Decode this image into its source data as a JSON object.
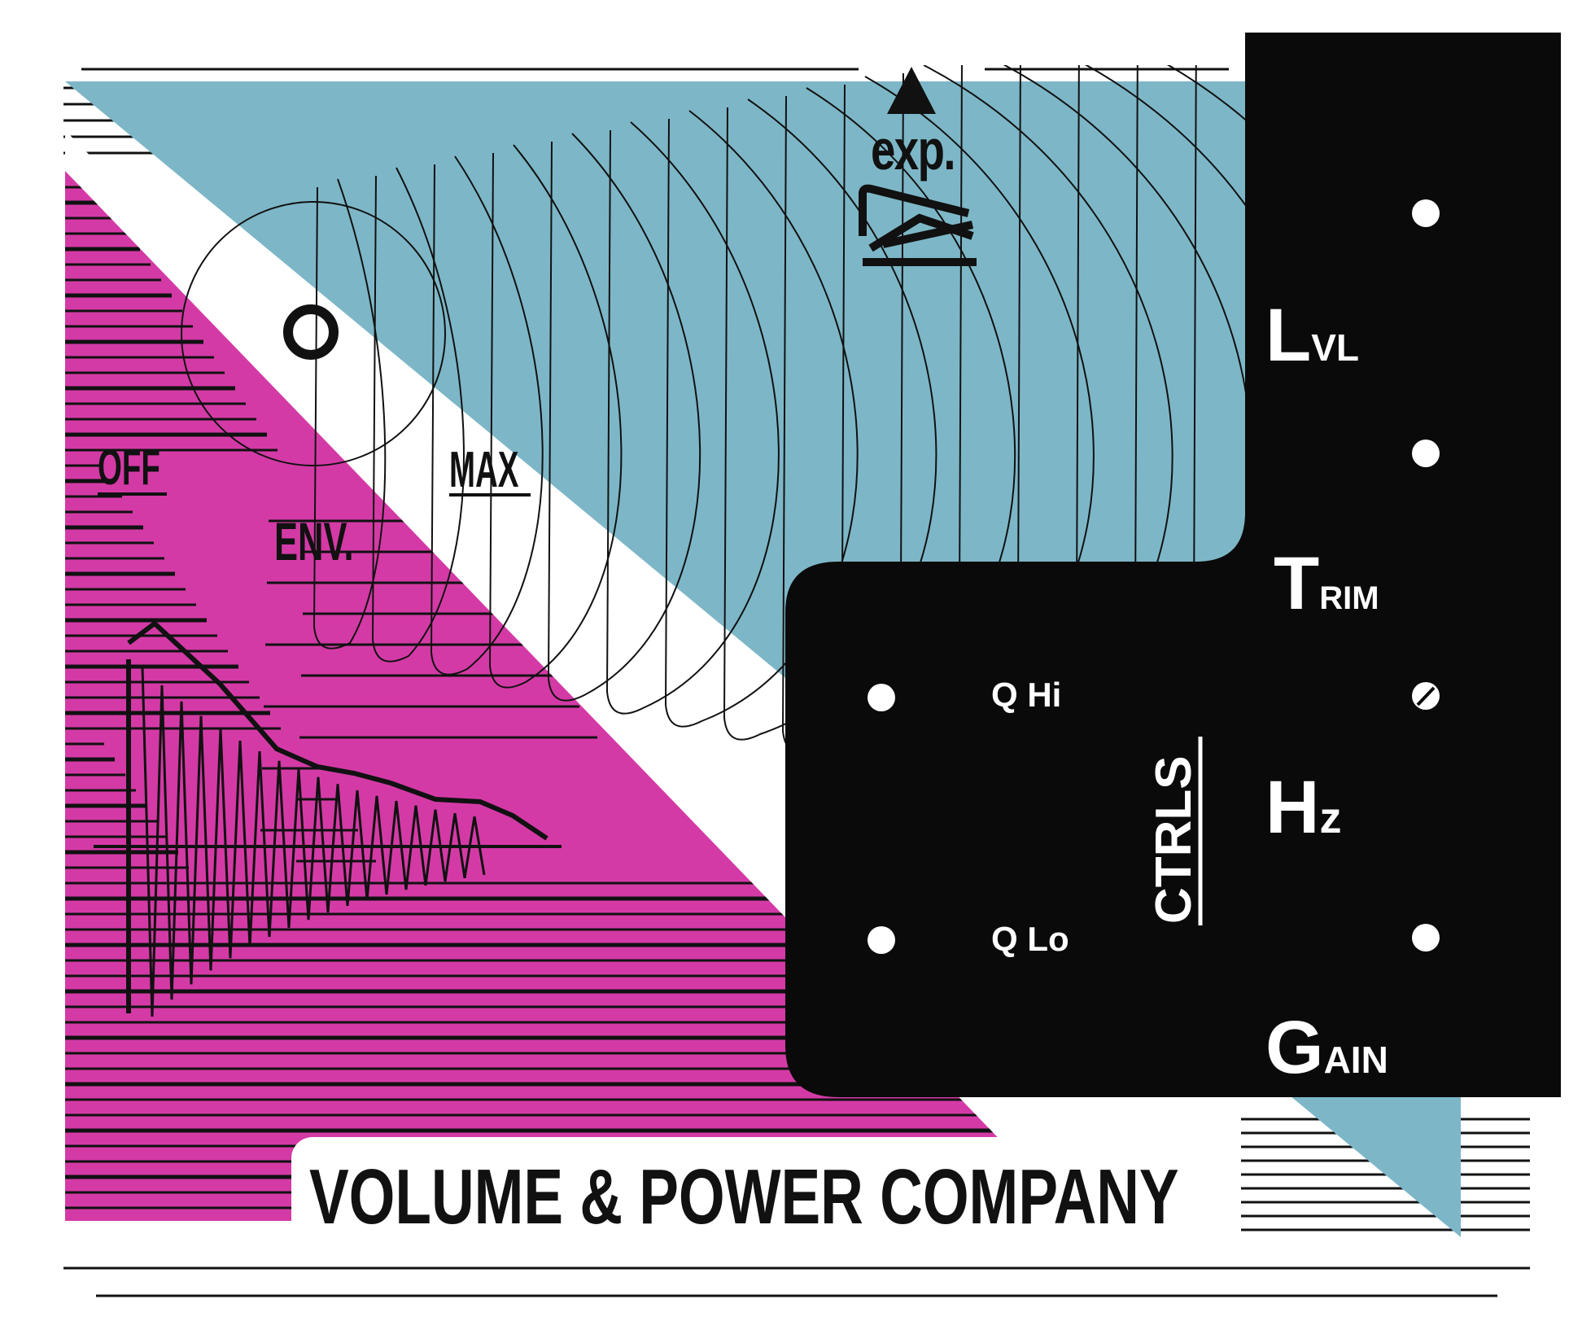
{
  "colors": {
    "magenta": "#d43aa6",
    "blue": "#7db7c7",
    "black": "#0a0a0a",
    "white": "#ffffff",
    "ink": "#111111"
  },
  "labels": {
    "exp": "exp.",
    "off": "OFF",
    "max": "MAX",
    "env": "ENV."
  },
  "controls": {
    "section_label": "CTRLS",
    "q_hi": "Q Hi",
    "q_lo": "Q Lo",
    "lvl_big": "L",
    "lvl_small": "VL",
    "trim_big": "T",
    "trim_small": "RIM",
    "hz_big": "H",
    "hz_small": "z",
    "gain_big": "G",
    "gain_small": "AIN"
  },
  "brand": {
    "name": "VOLUME & POWER COMPANY"
  },
  "icons": {
    "exp_arrow": "triangle-up-icon",
    "exp_symbol": "spring-wave-icon",
    "env_knob": "ring-knob-icon"
  }
}
